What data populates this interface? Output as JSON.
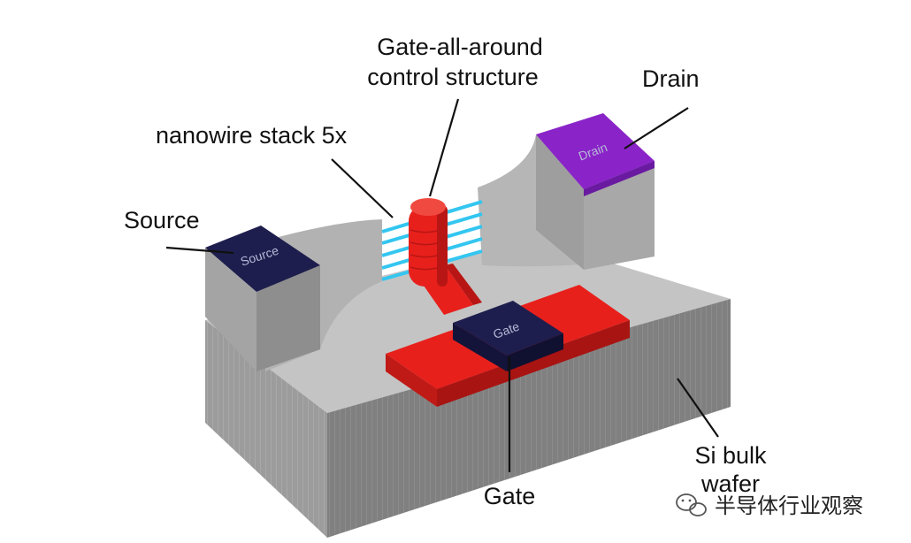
{
  "labels": {
    "gate_all_around_line1": "Gate-all-around",
    "gate_all_around_line2": "control structure",
    "nanowire_stack": "nanowire stack 5x",
    "drain": "Drain",
    "source": "Source",
    "gate": "Gate",
    "si_bulk_line1": "Si bulk",
    "si_bulk_line2": "wafer"
  },
  "pads": {
    "source": "Source",
    "drain": "Drain",
    "gate": "Gate"
  },
  "watermark": {
    "text": "半导体行业观察"
  },
  "colors": {
    "substrate_top": "#c2c2c2",
    "substrate_front": "#9a9a9a",
    "substrate_side": "#7f7f7f",
    "gate_red": "#e8201c",
    "pad_navy": "#1e1e4e",
    "drain_pad_purple": "#8a24c8",
    "nanowire_blue": "#33c6f0"
  },
  "icons": {
    "watermark_icon": "wechat-icon"
  }
}
